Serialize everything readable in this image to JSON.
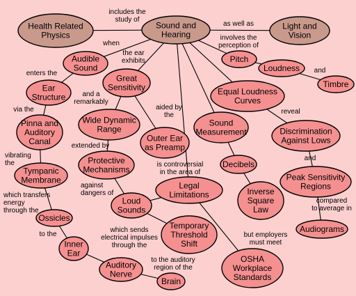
{
  "nodes": {
    "health": {
      "lines": [
        "Health Related",
        "Physics"
      ],
      "fill": "#c9998c"
    },
    "sound": {
      "lines": [
        "Sound and",
        "Hearing"
      ],
      "fill": "#c9998c"
    },
    "light": {
      "lines": [
        "Light and",
        "Vision"
      ],
      "fill": "#c9998c"
    },
    "audible": {
      "lines": [
        "Audible",
        "Sound"
      ],
      "fill": "#f59090"
    },
    "pitch": {
      "lines": [
        "Pitch"
      ],
      "fill": "#f59090"
    },
    "loudness": {
      "lines": [
        "Loudness"
      ],
      "fill": "#f59090"
    },
    "timbre": {
      "lines": [
        "Timbre"
      ],
      "fill": "#f59090"
    },
    "great": {
      "lines": [
        "Great",
        "Sensitivity"
      ],
      "fill": "#f59090"
    },
    "ear_structure": {
      "lines": [
        "Ear",
        "Structure"
      ],
      "fill": "#f59090"
    },
    "equal": {
      "lines": [
        "Equal Loudness",
        "Curves"
      ],
      "fill": "#f59090"
    },
    "wide": {
      "lines": [
        "Wide Dynamic",
        "Range"
      ],
      "fill": "#f59090"
    },
    "sound_meas": {
      "lines": [
        "Sound",
        "Measurement"
      ],
      "fill": "#f59090"
    },
    "pinna": {
      "lines": [
        "Pinna and",
        "Auditory",
        "Canal"
      ],
      "fill": "#f59090"
    },
    "outer": {
      "lines": [
        "Outer Ear",
        "as Preamp"
      ],
      "fill": "#f59090"
    },
    "discrim": {
      "lines": [
        "Discrimination",
        "Against Lows"
      ],
      "fill": "#f59090"
    },
    "protective": {
      "lines": [
        "Protective",
        "Mechanisms"
      ],
      "fill": "#f59090"
    },
    "decibels": {
      "lines": [
        "Decibels"
      ],
      "fill": "#f59090"
    },
    "tympanic": {
      "lines": [
        "Tympanic",
        "Membrane"
      ],
      "fill": "#f59090"
    },
    "peak": {
      "lines": [
        "Peak Sensitivity",
        "Regions"
      ],
      "fill": "#f59090"
    },
    "legal": {
      "lines": [
        "Legal",
        "Limitations"
      ],
      "fill": "#f59090"
    },
    "loud": {
      "lines": [
        "Loud",
        "Sounds"
      ],
      "fill": "#f59090"
    },
    "inverse": {
      "lines": [
        "Inverse",
        "Square",
        "Law"
      ],
      "fill": "#f59090"
    },
    "ossicles": {
      "lines": [
        "Ossicles"
      ],
      "fill": "#f59090"
    },
    "audiograms": {
      "lines": [
        "Audiograms"
      ],
      "fill": "#f59090"
    },
    "tts": {
      "lines": [
        "Temporary",
        "Threshold",
        "Shift"
      ],
      "fill": "#f59090"
    },
    "inner": {
      "lines": [
        "Inner",
        "Ear"
      ],
      "fill": "#f59090"
    },
    "osha": {
      "lines": [
        "OSHA",
        "Workplace",
        "Standards"
      ],
      "fill": "#f59090"
    },
    "nerve": {
      "lines": [
        "Auditory",
        "Nerve"
      ],
      "fill": "#f59090"
    },
    "brain": {
      "lines": [
        "Brain"
      ],
      "fill": "#f59090"
    }
  },
  "link_labels": {
    "includes": [
      "includes the",
      "study of"
    ],
    "as_well_as": [
      "as well as"
    ],
    "when": [
      "when"
    ],
    "ear_exhibits": [
      "the ear",
      "exhibits"
    ],
    "involves": [
      "involves the",
      "perception of"
    ],
    "and_loud_timbre": [
      "and"
    ],
    "enters": [
      "enters the"
    ],
    "remarkably": [
      "and a",
      "remarkably"
    ],
    "aided": [
      "aided by",
      "the"
    ],
    "reveal": [
      "reveal"
    ],
    "via": [
      "via the"
    ],
    "extended": [
      "extended by"
    ],
    "and_discrim": [
      "and"
    ],
    "vibrating": [
      "vibrating",
      "the"
    ],
    "controversial": [
      "is controversial",
      "in the area of"
    ],
    "against": [
      "against",
      "dangers of"
    ],
    "compared": [
      "compared",
      "to average in"
    ],
    "transfers": [
      "which transfers",
      "energy",
      "through the"
    ],
    "to_the": [
      "to the"
    ],
    "electrical": [
      "which sends",
      "electrical impulses",
      "through the"
    ],
    "employers": [
      "but employers",
      "must meet"
    ],
    "auditory_region": [
      "to the auditory",
      "region of the"
    ]
  }
}
